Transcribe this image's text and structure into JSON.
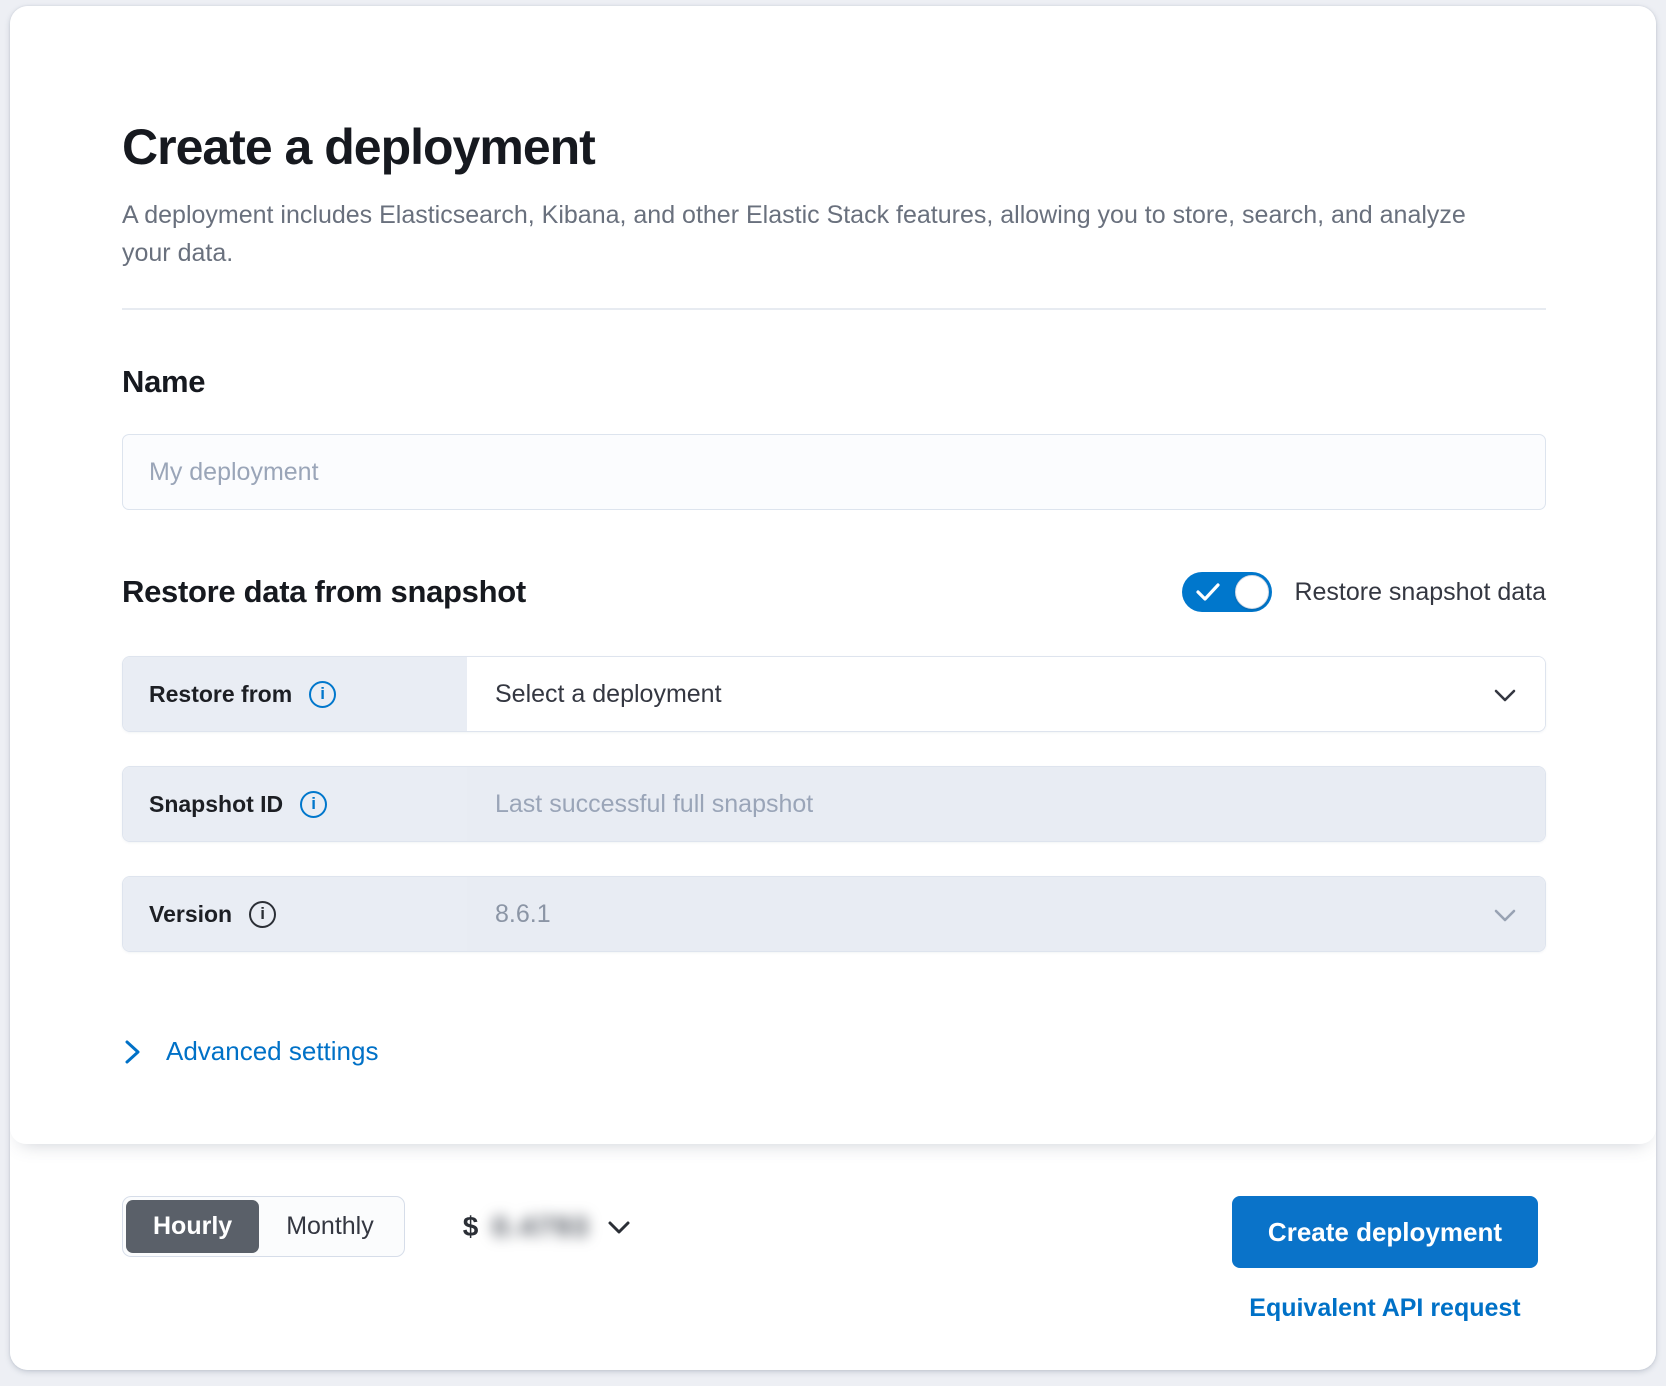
{
  "header": {
    "title": "Create a deployment",
    "subtitle": "A deployment includes Elasticsearch, Kibana, and other Elastic Stack features, allowing you to store, search, and analyze your data."
  },
  "name_section": {
    "heading": "Name",
    "placeholder": "My deployment"
  },
  "snapshot_section": {
    "heading": "Restore data from snapshot",
    "toggle": {
      "label": "Restore snapshot data",
      "state": "on"
    },
    "rows": [
      {
        "label": "Restore from",
        "value": "Select a deployment"
      },
      {
        "label": "Snapshot ID",
        "placeholder": "Last successful full snapshot"
      },
      {
        "label": "Version",
        "value": "8.6.1"
      }
    ],
    "advanced_link": "Advanced settings"
  },
  "footer": {
    "billing_period": {
      "options": [
        "Hourly",
        "Monthly"
      ],
      "selected": "Hourly"
    },
    "price": {
      "currency": "$",
      "amount": "0.4793",
      "blurred": true
    },
    "create_button": "Create deployment",
    "api_link": "Equivalent API request"
  },
  "icons": {
    "info": "info-icon",
    "check": "check-icon",
    "chevron_down": "chevron-down-icon",
    "chevron_right": "chevron-right-icon"
  },
  "colors": {
    "primary": "#0077cc",
    "link": "#0071c7",
    "button_fill": "#0a73c9",
    "selected_segment": "#5a6069",
    "row_label_bg": "#e9edf4",
    "disabled_field_bg": "#e8ecf3"
  }
}
